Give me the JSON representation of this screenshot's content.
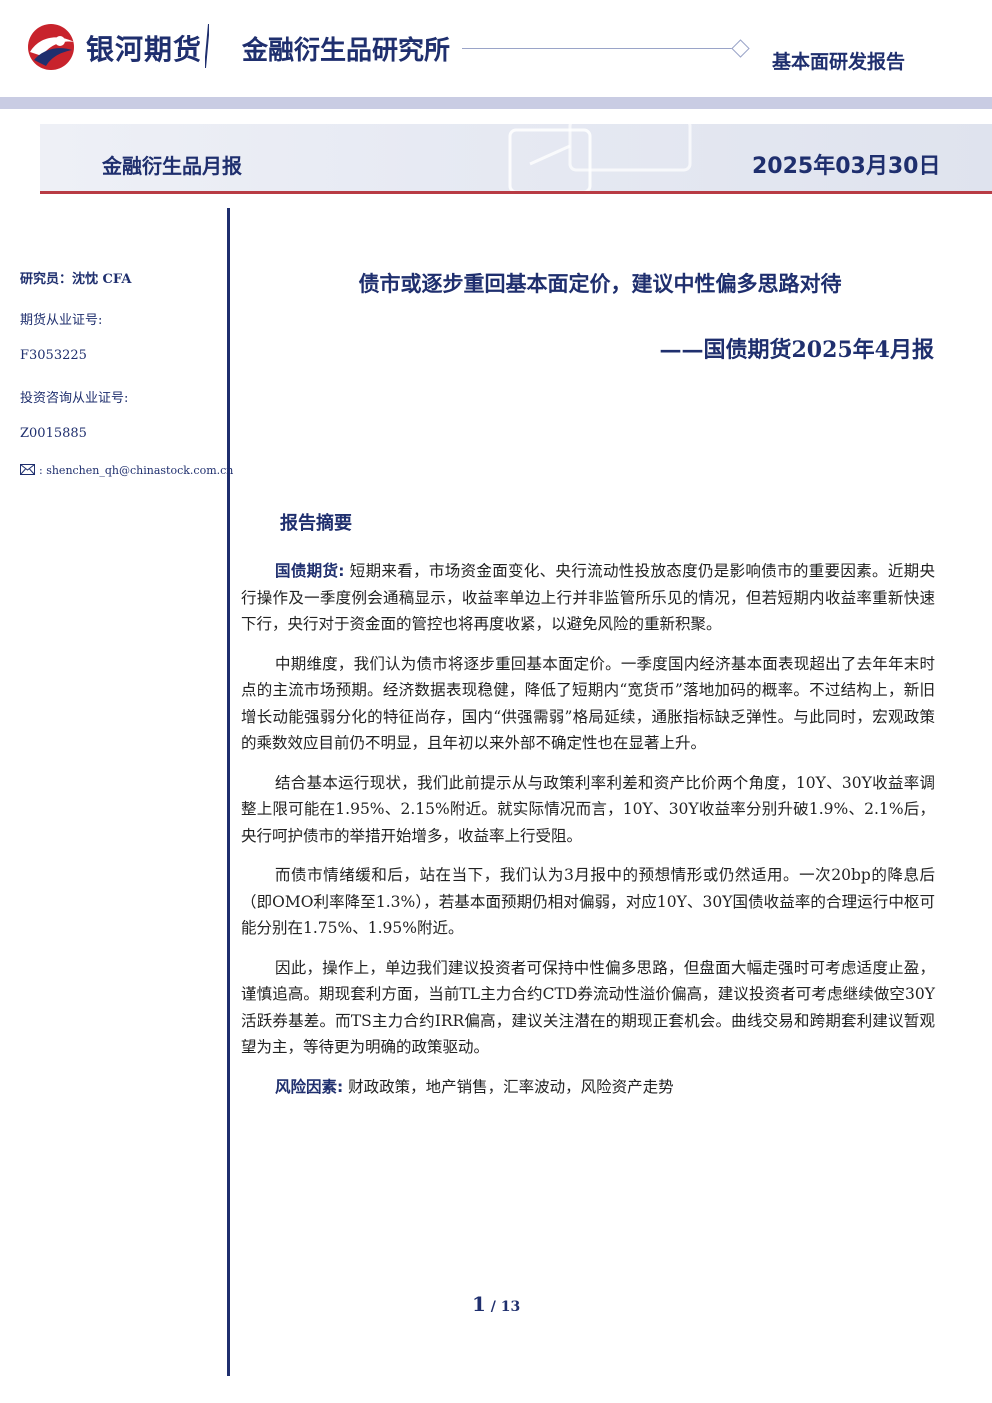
{
  "header": {
    "brand": "银河期货",
    "institute": "金融衍生品研究所",
    "report_type": "基本面研发报告",
    "colors": {
      "brand_blue": "#1f2f6e",
      "brand_red": "#c8232c",
      "accent_red": "#b83b44"
    }
  },
  "banner": {
    "series": "金融衍生品月报",
    "date": "2025年03月30日"
  },
  "sidebar": {
    "researcher": "研究员：沈忱  CFA",
    "futures_license_label": "期货从业证号:",
    "futures_license": "F3053225",
    "investment_license_label": "投资咨询从业证号:",
    "investment_license": "Z0015885",
    "email_icon": "mail-icon",
    "email": ": shenchen_qh@chinastock.com.cn"
  },
  "report": {
    "title": "债市或逐步重回基本面定价，建议中性偏多思路对待",
    "subtitle": "——国债期货2025年4月报",
    "abstract_heading": "报告摘要",
    "paragraphs": [
      {
        "lead": "国债期货:",
        "text": " 短期来看，市场资金面变化、央行流动性投放态度仍是影响债市的重要因素。近期央行操作及一季度例会通稿显示，收益率单边上行并非监管所乐见的情况，但若短期内收益率重新快速下行，央行对于资金面的管控也将再度收紧，以避免风险的重新积聚。"
      },
      {
        "lead": "",
        "text": "中期维度，我们认为债市将逐步重回基本面定价。一季度国内经济基本面表现超出了去年年末时点的主流市场预期。经济数据表现稳健，降低了短期内“宽货币”落地加码的概率。不过结构上，新旧增长动能强弱分化的特征尚存，国内“供强需弱”格局延续，通胀指标缺乏弹性。与此同时，宏观政策的乘数效应目前仍不明显，且年初以来外部不确定性也在显著上升。"
      },
      {
        "lead": "",
        "text": "结合基本运行现状，我们此前提示从与政策利率利差和资产比价两个角度，10Y、30Y收益率调整上限可能在1.95%、2.15%附近。就实际情况而言，10Y、30Y收益率分别升破1.9%、2.1%后，央行呵护债市的举措开始增多，收益率上行受阻。"
      },
      {
        "lead": "",
        "text": "而债市情绪缓和后，站在当下，我们认为3月报中的预想情形或仍然适用。一次20bp的降息后（即OMO利率降至1.3%），若基本面预期仍相对偏弱，对应10Y、30Y国债收益率的合理运行中枢可能分别在1.75%、1.95%附近。"
      },
      {
        "lead": "",
        "text": "因此，操作上，单边我们建议投资者可保持中性偏多思路，但盘面大幅走强时可考虑适度止盈，谨慎追高。期现套利方面，当前TL主力合约CTD券流动性溢价偏高，建议投资者可考虑继续做空30Y活跃券基差。而TS主力合约IRR偏高，建议关注潜在的期现正套机会。曲线交易和跨期套利建议暂观望为主，等待更为明确的政策驱动。"
      }
    ],
    "risk": {
      "lead": "风险因素:",
      "text": " 财政政策，地产销售，汇率波动，风险资产走势"
    }
  },
  "footer": {
    "page_current": "1",
    "page_sep": " / ",
    "page_total": "13"
  }
}
